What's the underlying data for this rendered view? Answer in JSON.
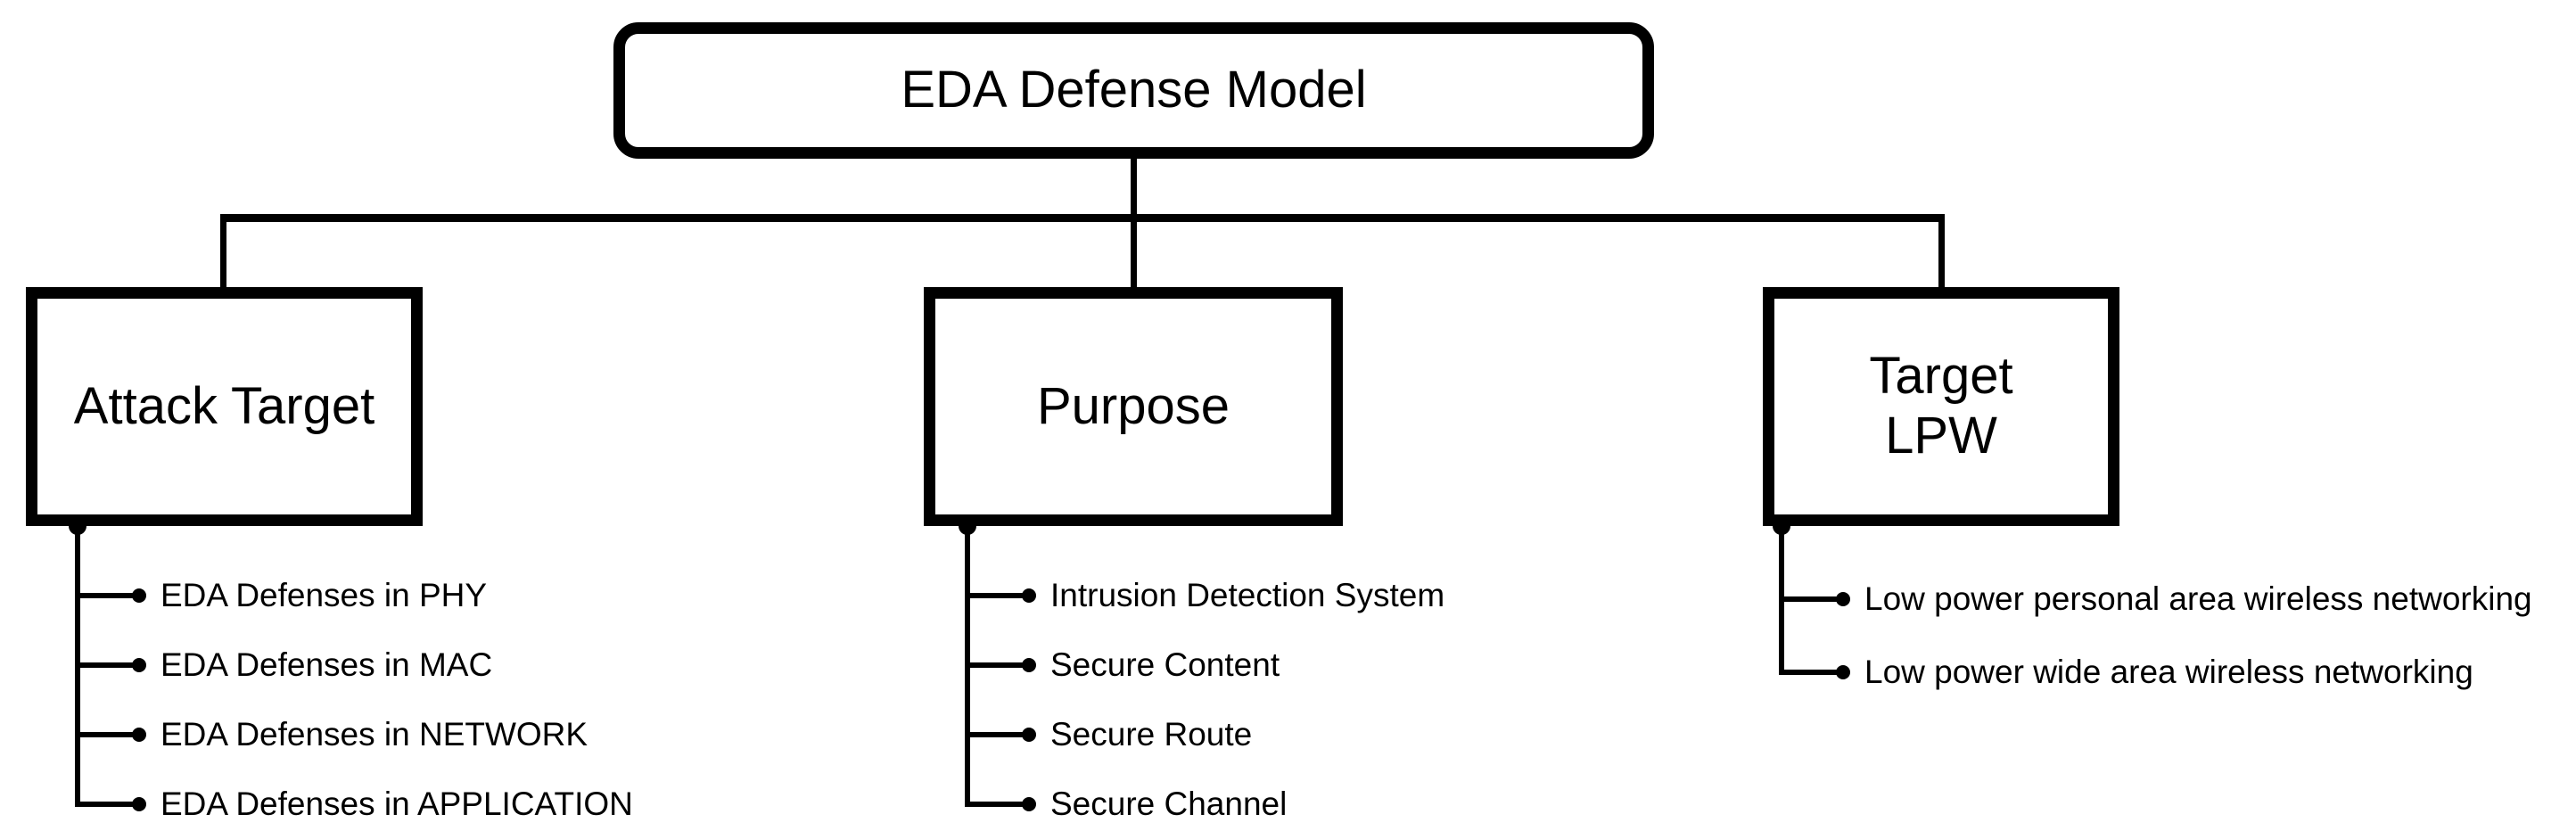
{
  "colors": {
    "stroke": "#000000",
    "background": "#ffffff"
  },
  "root": {
    "label": "EDA Defense Model"
  },
  "branches": [
    {
      "label": "Attack Target",
      "items": [
        "EDA Defenses in PHY",
        "EDA Defenses in MAC",
        "EDA Defenses in NETWORK",
        "EDA Defenses in APPLICATION"
      ]
    },
    {
      "label": "Purpose",
      "items": [
        "Intrusion Detection System",
        "Secure Content",
        "Secure Route",
        "Secure Channel"
      ]
    },
    {
      "label": "Target\nLPW",
      "items": [
        "Low power personal area wireless networking",
        "Low power wide area wireless networking"
      ]
    }
  ]
}
